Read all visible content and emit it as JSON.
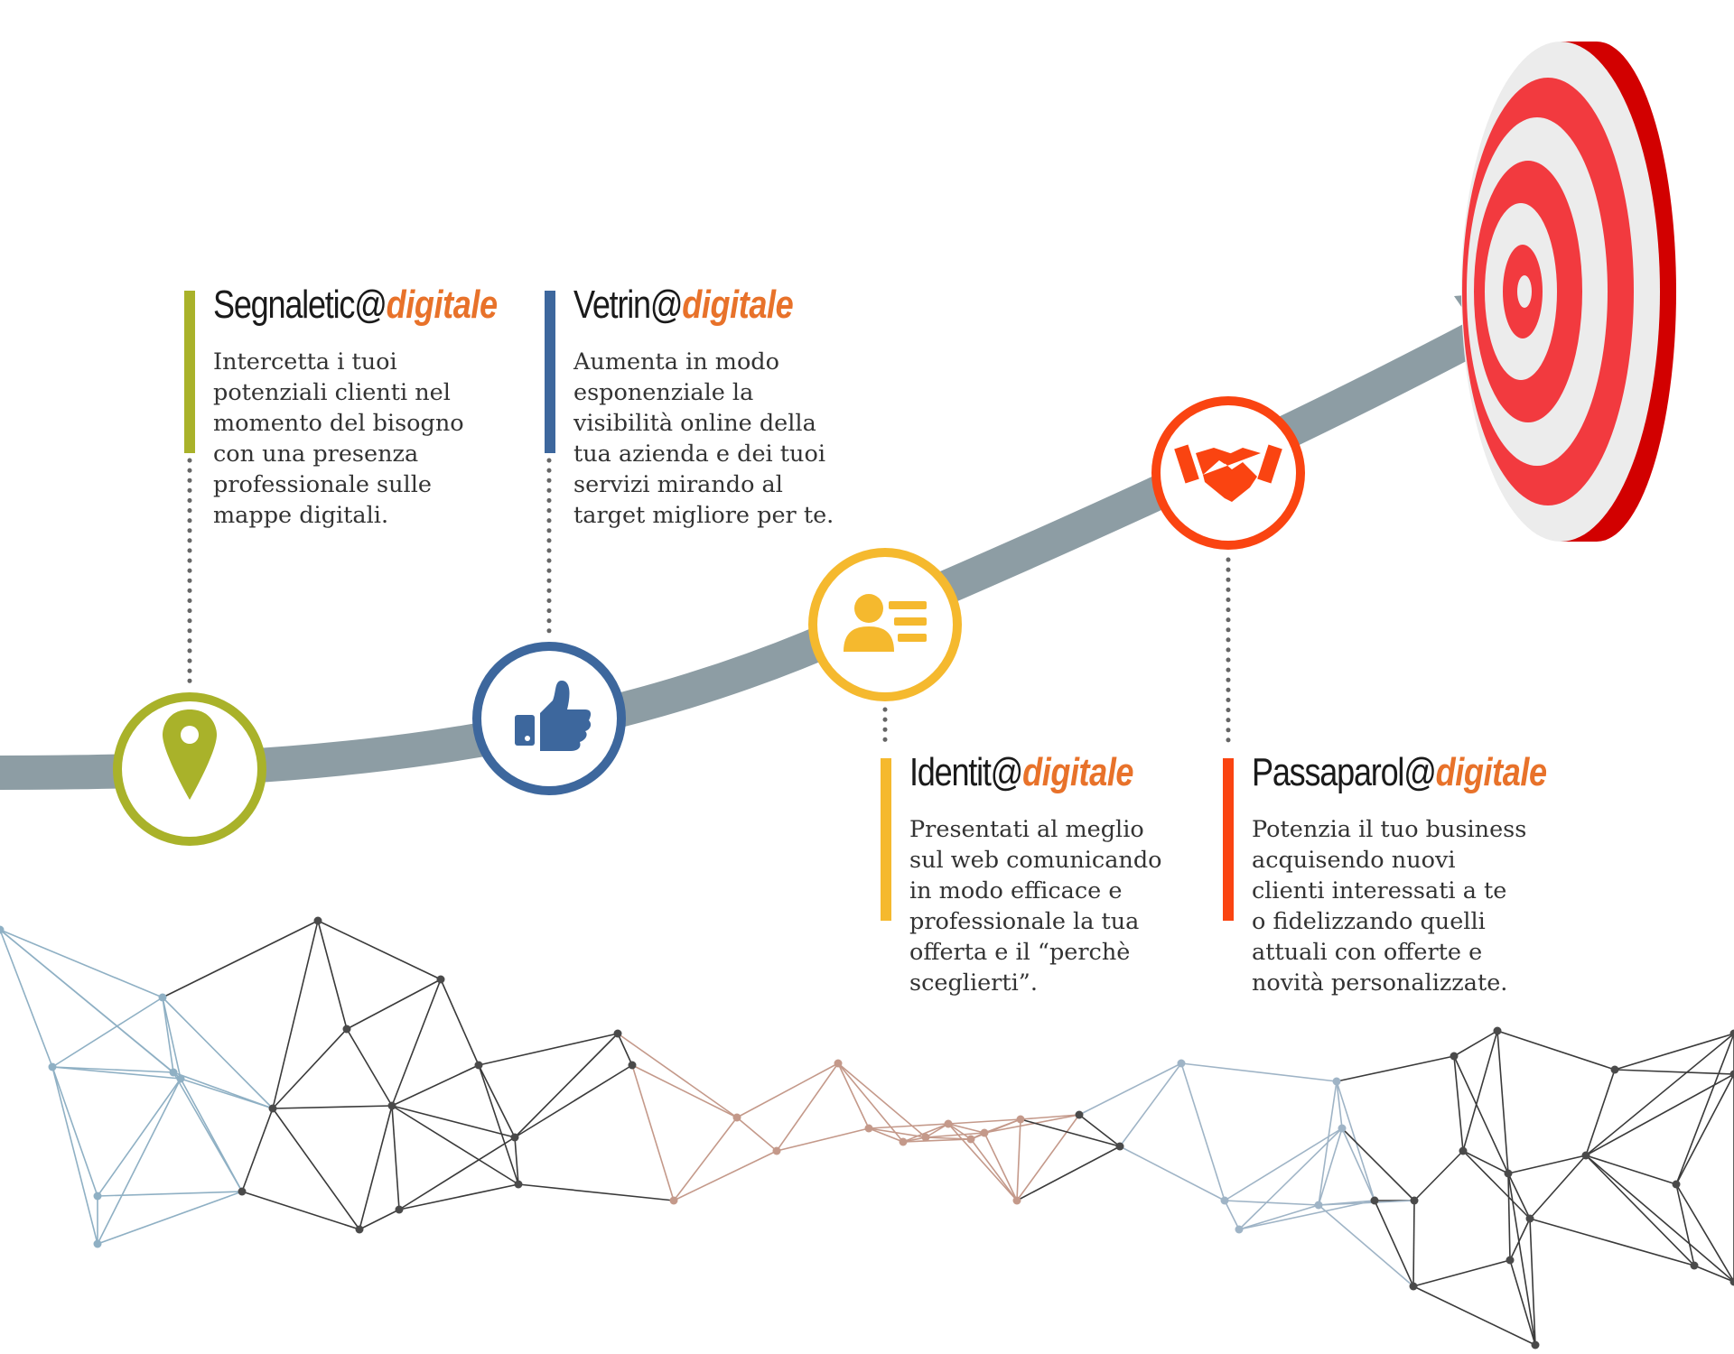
{
  "colors": {
    "olive": "#a9b22a",
    "blue": "#3d679d",
    "yellow": "#f5b92e",
    "orange_red": "#fa4411",
    "brand_orange": "#e8722a",
    "road": "#8d9da4",
    "target_red": "#f23a3f",
    "target_dark": "#d20000",
    "target_light": "#ececec"
  },
  "steps": [
    {
      "key": "segnaletica",
      "title_base": "Segnaletic@",
      "title_brand": "digitale",
      "description": "Intercetta i tuoi\npotenziali clienti nel\nmomento del bisogno\ncon una presenza\nprofessionale sulle\nmappe digitali.",
      "icon": "map-pin-icon",
      "color": "#a9b22a"
    },
    {
      "key": "vetrina",
      "title_base": "Vetrin@",
      "title_brand": "digitale",
      "description": "Aumenta in modo\nesponenziale la\nvisibilità online della\ntua azienda e dei tuoi\nservizi mirando al\ntarget migliore per te.",
      "icon": "thumbs-up-icon",
      "color": "#3d679d"
    },
    {
      "key": "identita",
      "title_base": "Identit@",
      "title_brand": "digitale",
      "description": "Presentati al meglio\nsul web comunicando\nin modo efficace e\nprofessionale la tua\nofferta e il “perchè\nsceglierti”.",
      "icon": "user-profile-icon",
      "color": "#f5b92e"
    },
    {
      "key": "passaparola",
      "title_base": "Passaparol@",
      "title_brand": "digitale",
      "description": "Potenzia il tuo business\nacquisendo nuovi\nclienti interessati a te\no fidelizzando quelli\nattuali con offerte e\nnovità personalizzate.",
      "icon": "handshake-icon",
      "color": "#fa4411"
    }
  ],
  "decoration": {
    "target": "bullseye-target-icon",
    "network": "polygon-network-decoration"
  }
}
